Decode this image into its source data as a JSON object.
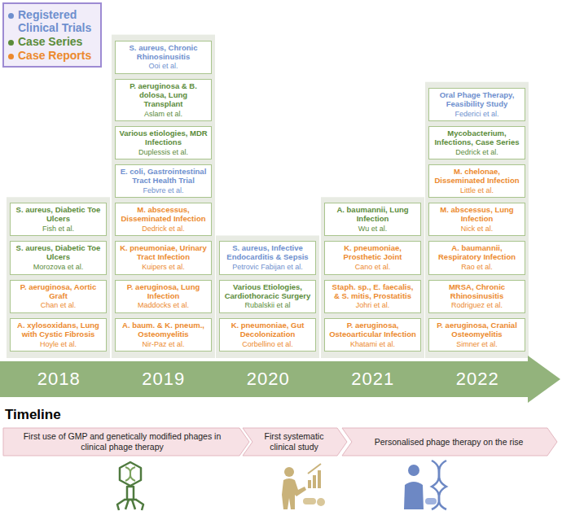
{
  "diagram": {
    "nodes": [
      {
        "text": [
          "S. aureus, Diabetic Toe Ulcers",
          "Fish et al."
        ]
      },
      {
        "text": [
          "S. aureus, Diabetic Toe Ulcers",
          "Morozova et al."
        ]
      },
      {
        "text": [
          "P. aeruginosa, Aortic Graft",
          "Chan et al."
        ]
      },
      {
        "text": [
          "A. xylosoxidans, Lung with Cystic Fibrosis",
          "Hoyle et al."
        ]
      },
      {
        "text": [
          "S. aureus, Chronic Rhinosinusitis",
          "Ooi et al."
        ]
      },
      {
        "text": [
          "P. aeruginosa & B. dolosa, Lung Transplant",
          "Aslam et al."
        ]
      },
      {
        "text": [
          "Various etiologies, MDR Infections",
          "Duplessis et al."
        ]
      },
      {
        "text": [
          "E. coli, Gastrointestinal Tract Health Trial",
          "Febvre et al."
        ]
      },
      {
        "text": [
          "M. abscessus, Disseminated Infection",
          "Dedrick et al."
        ]
      },
      {
        "text": [
          "K. pneumoniae, Urinary Tract Infection",
          "Kuipers et al."
        ]
      },
      {
        "text": [
          "P. aeruginosa, Lung Infection",
          "Maddocks et al."
        ]
      },
      {
        "text": [
          "A. baum. & K. pneum., Osteomyelitis",
          "Nir-Paz et al."
        ]
      },
      {
        "text": [
          "S. aureus, Infective Endocarditis & Sepsis",
          "Petrovic Fabijan et al."
        ]
      },
      {
        "text": [
          "Various Etiologies, Cardiothoracic Surgery",
          "Rubalskii et al"
        ]
      },
      {
        "text": [
          "K. pneumoniae, Gut Decolonization",
          "Corbellino et al."
        ]
      },
      {
        "text": [
          "A. baumannii, Lung Infection",
          "Wu et al."
        ]
      },
      {
        "text": [
          "K. pneumoniae, Prosthetic Joint",
          "Cano et al."
        ]
      },
      {
        "text": [
          "Staph. sp., E. faecalis, & S. mitis, Prostatitis",
          "Johri et al."
        ]
      },
      {
        "text": [
          "P. aeruginosa, Osteoarticular Infection",
          "Khatami et al."
        ]
      },
      {
        "text": [
          "Oral Phage Therapy, Feasibility Study",
          "Federici et al."
        ]
      },
      {
        "text": [
          "Mycobacterium, Infections, Case Series",
          "Dedrick et al."
        ]
      },
      {
        "text": [
          "M. chelonae, Disseminated Infection",
          "Little et al."
        ]
      },
      {
        "text": [
          "M. abscessus, Lung Infection",
          "Nick et al."
        ]
      },
      {
        "text": [
          "A. baumannii, Respiratory Infection",
          "Rao et al."
        ]
      },
      {
        "text": [
          "MRSA, Chronic Rhinosinusitis",
          "Rodriguez et al."
        ]
      },
      {
        "text": [
          "P. aeruginosa, Cranial Osteomyelitis",
          "Simner et al."
        ]
      },
      {
        "text": [
          "2018",
          "2019",
          "2020",
          "2021",
          "2022"
        ]
      },
      {
        "text": [
          "First use of GMP and genetically modified phages in clinical phage therapy"
        ]
      },
      {
        "text": [
          "First systematic clinical study"
        ]
      },
      {
        "text": [
          "Personalised phage therapy on the rise"
        ]
      }
    ],
    "labels": [
      "Timeline"
    ],
    "legend": [
      {
        "text": "Registered Clinical Trials",
        "color": "#6e8fce"
      },
      {
        "text": "Case Series",
        "color": "#5b8c3a"
      },
      {
        "text": "Case Reports",
        "color": "#ec8a2e"
      }
    ]
  }
}
